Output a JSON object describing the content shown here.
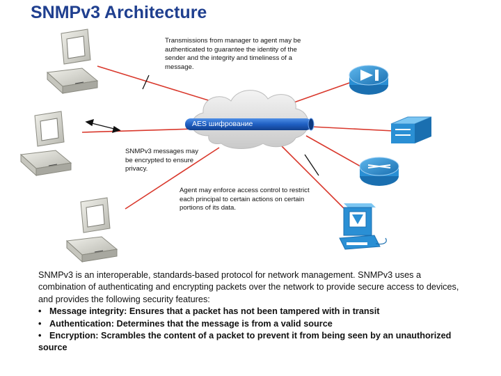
{
  "title": "SNMPv3 Architecture",
  "notes": {
    "authentication": "Transmissions from manager to agent may be authenticated to guarantee the identity of the sender and the integrity and timeliness of a message.",
    "encryption": "SNMPv3 messages may be encrypted to ensure privacy.",
    "access_control": "Agent may enforce access control to restrict each principal to certain actions on certain portions of its data."
  },
  "tunnel_label": "AES шифрование",
  "description": "SNMPv3 is an interoperable, standards-based protocol for network management. SNMPv3 uses a combination of authenticating and encrypting packets over the network to provide secure access to devices, and provides the following security features:",
  "bullets": [
    "Message integrity: Ensures that a packet has not been tampered with in transit",
    "Authentication: Determines that the message is from a valid source",
    "Encryption: Scrambles the content of a packet to prevent it from being seen by an unauthorized source"
  ],
  "bullet_marker": "•",
  "colors": {
    "title": "#1f3f8f",
    "link": "#d9382c",
    "tunnel": "#2466c9",
    "cloud": "#dcdcdc",
    "device_blue": "#2a8fd4"
  },
  "icons": [
    "manager-pc-icon",
    "router-icon",
    "switch-icon",
    "server-icon",
    "cloud-icon"
  ]
}
